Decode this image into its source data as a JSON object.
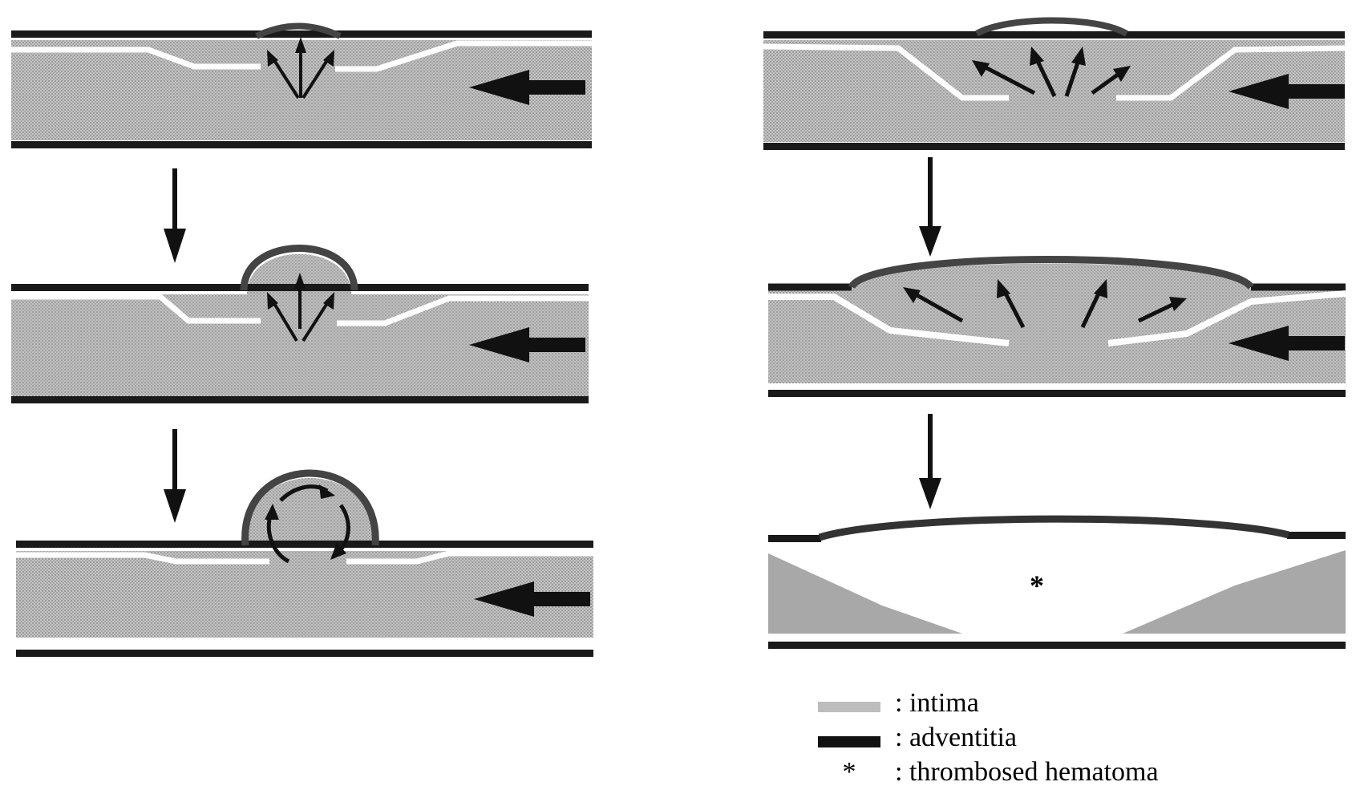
{
  "legend": {
    "items": [
      {
        "symbol": "intima-swatch",
        "label": ": intima"
      },
      {
        "symbol": "adventitia-swatch",
        "label": ": adventitia"
      },
      {
        "symbol": "*",
        "label": ": thrombosed hematoma"
      }
    ]
  },
  "hematoma_marker": "*",
  "colors": {
    "intima": "#bdbdbd",
    "adventitia": "#111111",
    "arrow": "#111111",
    "background": "#ffffff"
  }
}
